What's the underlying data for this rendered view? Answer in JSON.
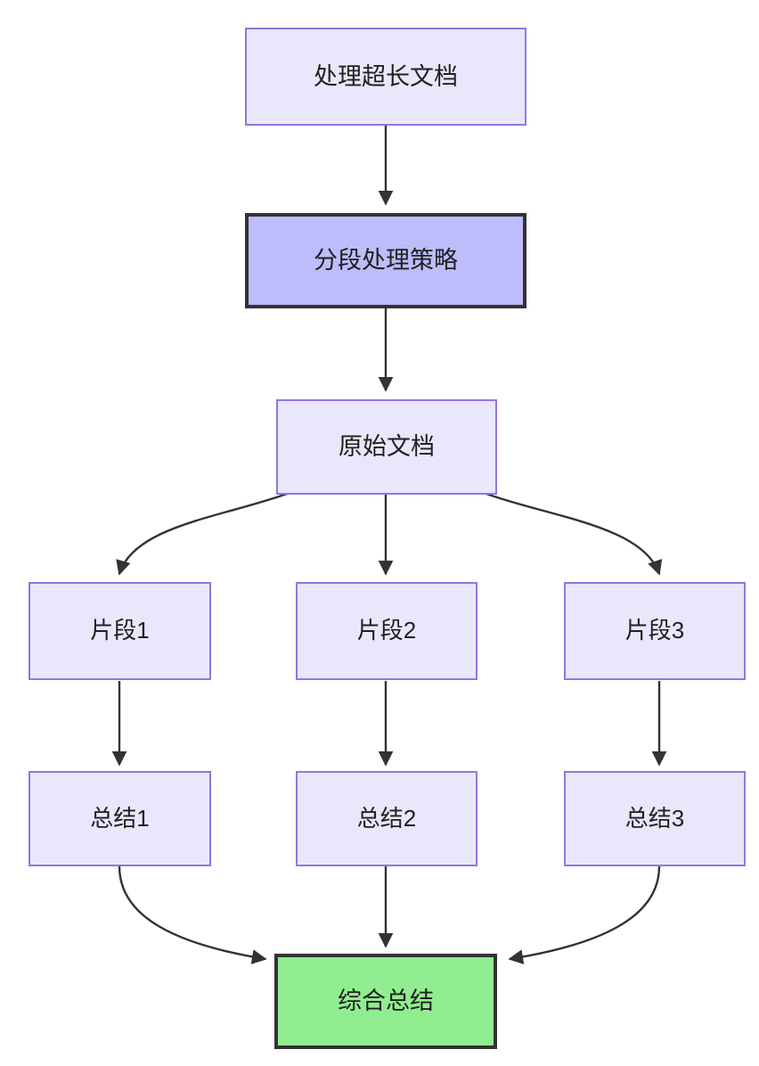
{
  "diagram": {
    "title_node": "处理超长文档",
    "background_color": "#ffffff",
    "colors": {
      "light_fill": "#e9e7fb",
      "light_border": "#9575e0",
      "accent_fill": "#bcbdfa",
      "accent_border": "#333333",
      "final_fill": "#90ee90",
      "final_border": "#333333",
      "edge_color": "#333333",
      "text_color": "#1f1f1f"
    },
    "nodes": [
      {
        "id": "doc",
        "label": "处理超长文档"
      },
      {
        "id": "strategy",
        "label": "分段处理策略"
      },
      {
        "id": "original",
        "label": "原始文档"
      },
      {
        "id": "frag1",
        "label": "片段1"
      },
      {
        "id": "frag2",
        "label": "片段2"
      },
      {
        "id": "frag3",
        "label": "片段3"
      },
      {
        "id": "sum1",
        "label": "总结1"
      },
      {
        "id": "sum2",
        "label": "总结2"
      },
      {
        "id": "sum3",
        "label": "总结3"
      },
      {
        "id": "final",
        "label": "综合总结"
      }
    ],
    "edges": [
      {
        "from": "doc",
        "to": "strategy"
      },
      {
        "from": "strategy",
        "to": "original"
      },
      {
        "from": "original",
        "to": "frag1"
      },
      {
        "from": "original",
        "to": "frag2"
      },
      {
        "from": "original",
        "to": "frag3"
      },
      {
        "from": "frag1",
        "to": "sum1"
      },
      {
        "from": "frag2",
        "to": "sum2"
      },
      {
        "from": "frag3",
        "to": "sum3"
      },
      {
        "from": "sum1",
        "to": "final"
      },
      {
        "from": "sum2",
        "to": "final"
      },
      {
        "from": "sum3",
        "to": "final"
      }
    ]
  }
}
